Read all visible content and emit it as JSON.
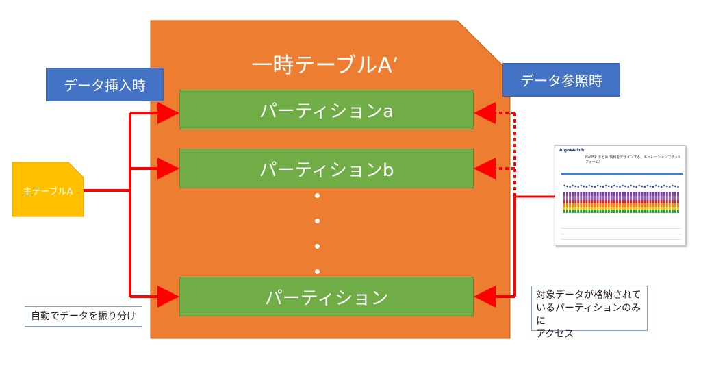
{
  "diagram": {
    "temp_table_title": "一時テーブルA’",
    "insert_label": "データ挿入時",
    "reference_label": "データ参照時",
    "main_table_label": "主テーブルA",
    "partitions": [
      "パーティションa",
      "パーティションb",
      "パーティション"
    ],
    "auto_distribute_note": "自動でデータを振り分け",
    "access_note": "対象データが格納されて\nいるパーティションのみに\nアクセス"
  },
  "thumbnail": {
    "logo": "AlgoWatch",
    "title": "NAVER まとめ(情報をデザインする。キュレーションプラットフォーム)"
  },
  "colors": {
    "temp_table": "#ed7d31",
    "partition": "#70ad47",
    "label_box": "#4472c4",
    "main_table": "#ffc000",
    "arrow": "#ff0000"
  }
}
